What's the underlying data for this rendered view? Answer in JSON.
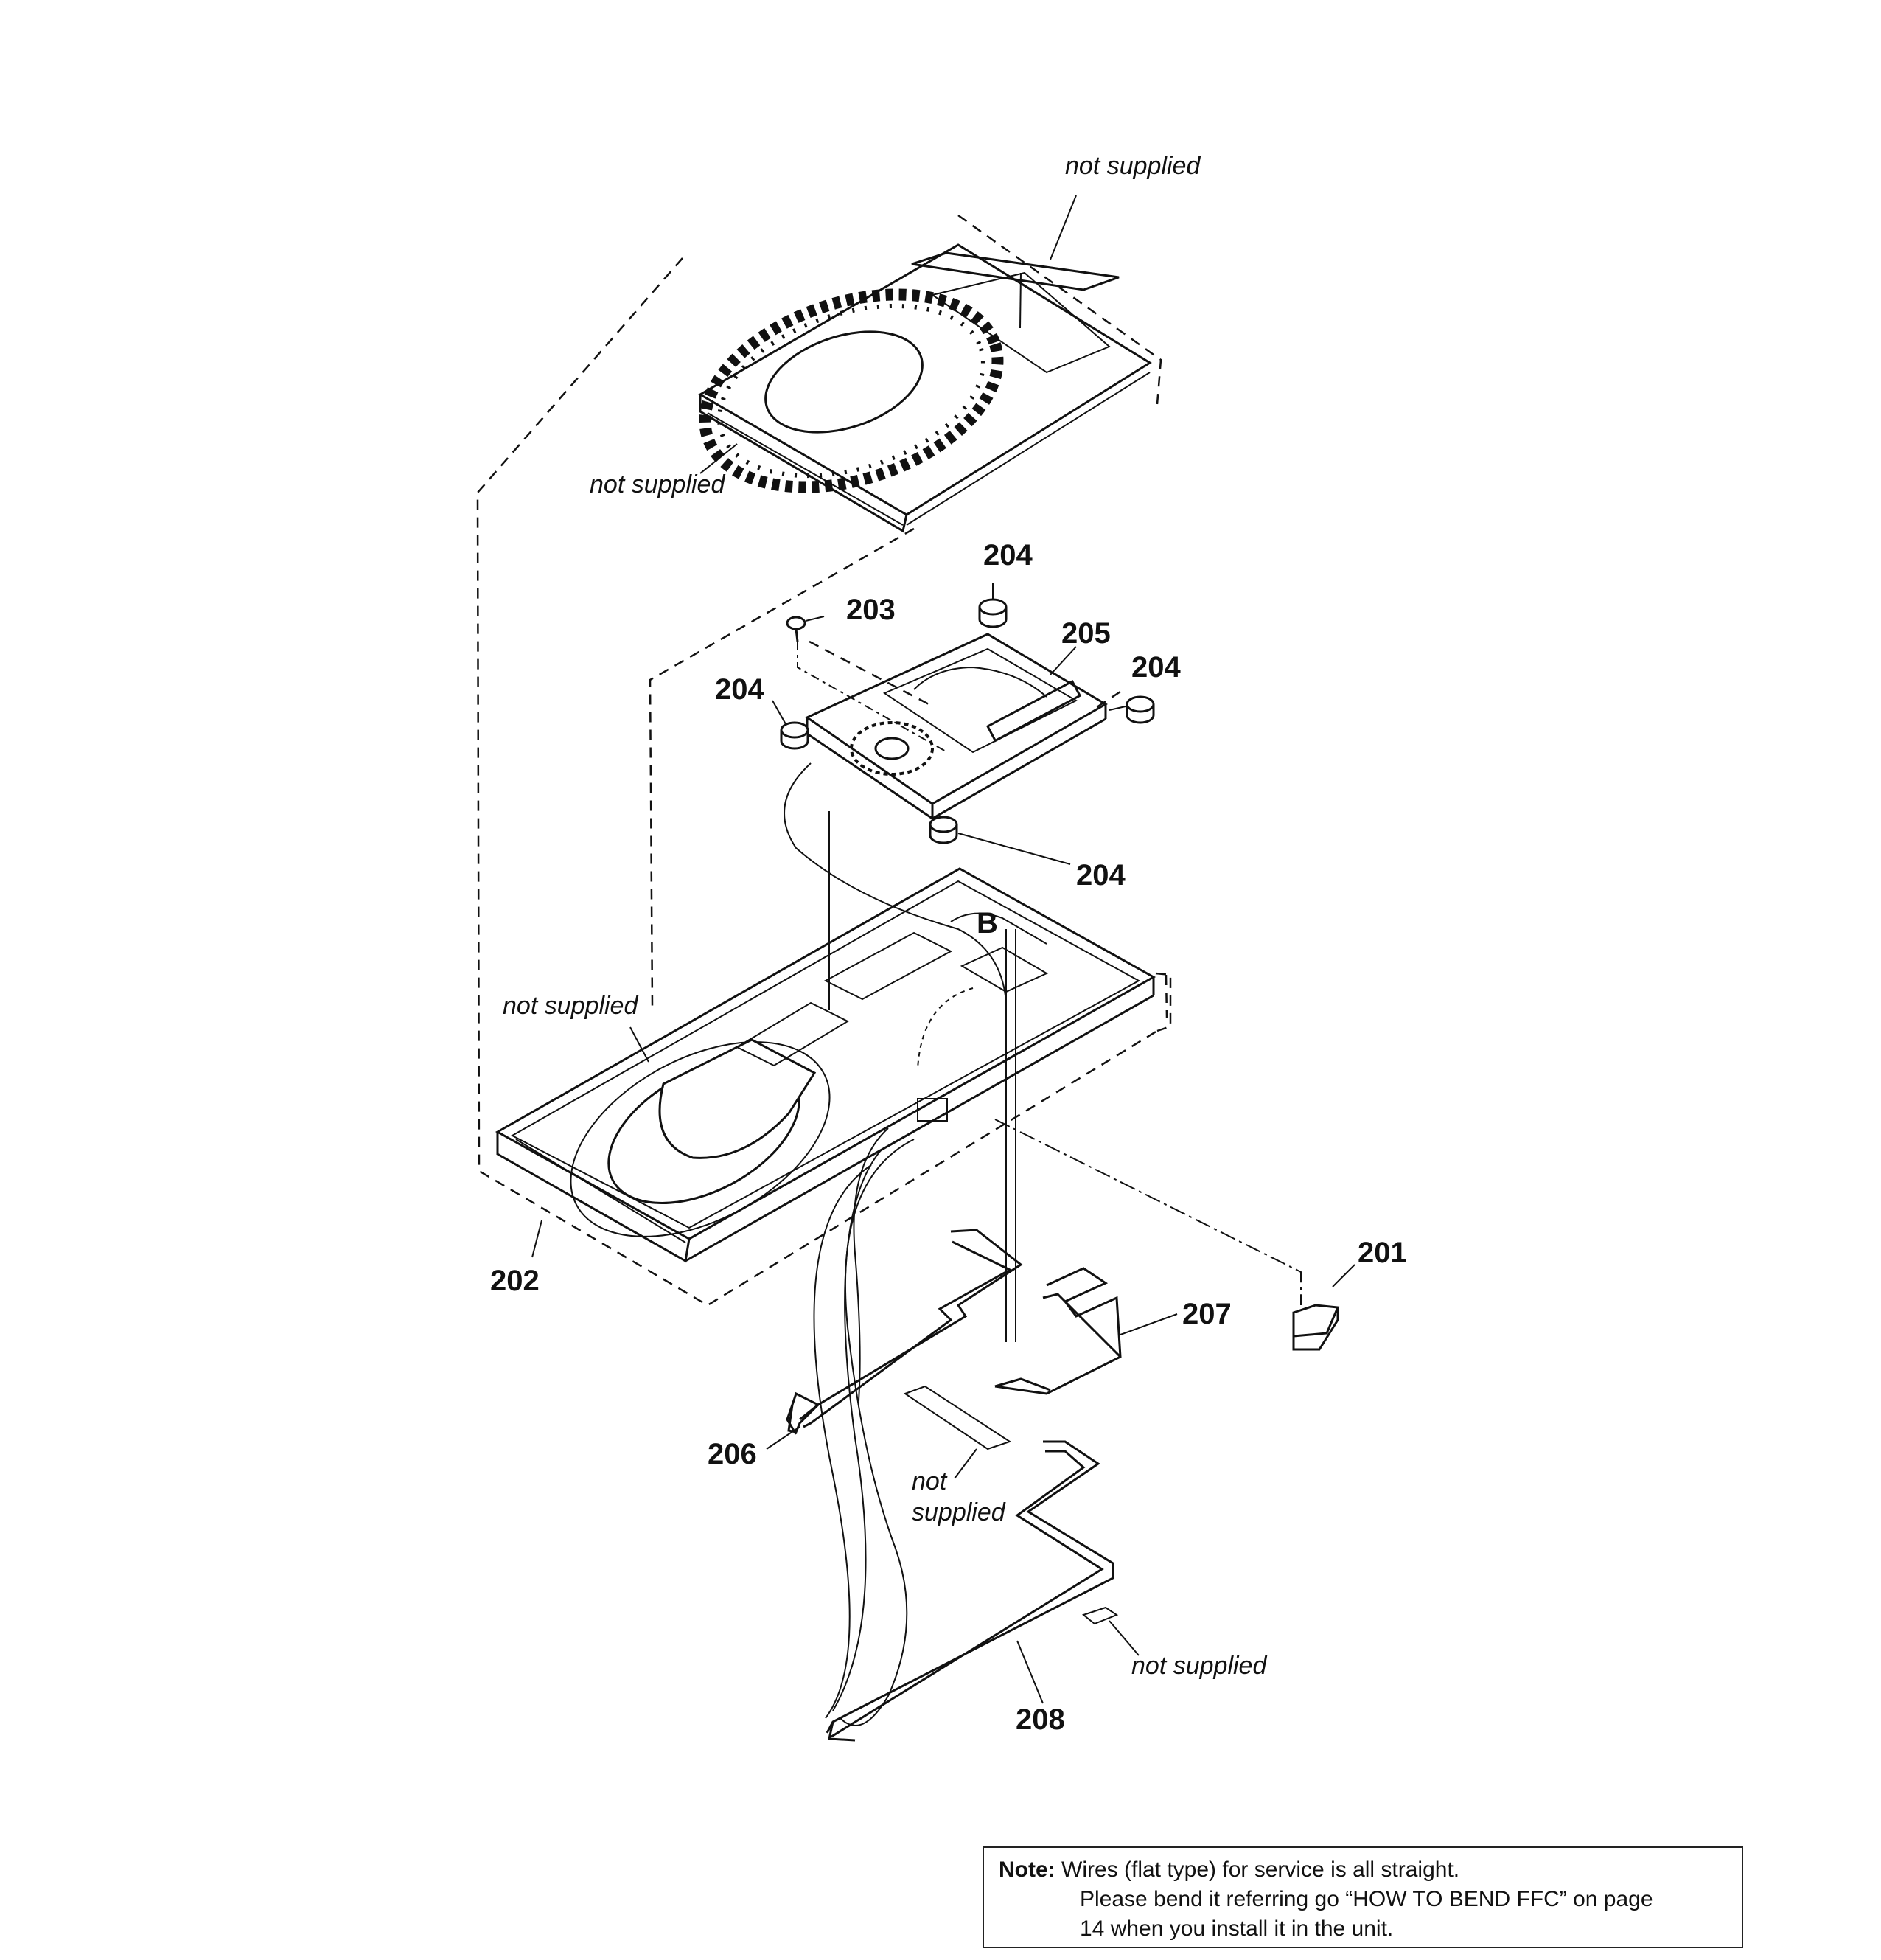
{
  "labels": {
    "not_supplied_top": "not supplied",
    "not_supplied_tray_cover": "not supplied",
    "not_supplied_chassis": "not supplied",
    "not_supplied_mid_1": "not",
    "not_supplied_mid_2": "supplied",
    "not_supplied_bottom": "not supplied",
    "p201": "201",
    "p202": "202",
    "p203": "203",
    "p204_top": "204",
    "p204_right": "204",
    "p204_left": "204",
    "p204_lower": "204",
    "p205": "205",
    "p206": "206",
    "p207": "207",
    "p208": "208"
  },
  "note": {
    "heading": "Note:",
    "line1": "Wires (flat type) for service is all straight.",
    "line2": "Please bend it referring go “HOW TO BEND FFC” on page",
    "line3": "14 when you install it in the unit."
  }
}
